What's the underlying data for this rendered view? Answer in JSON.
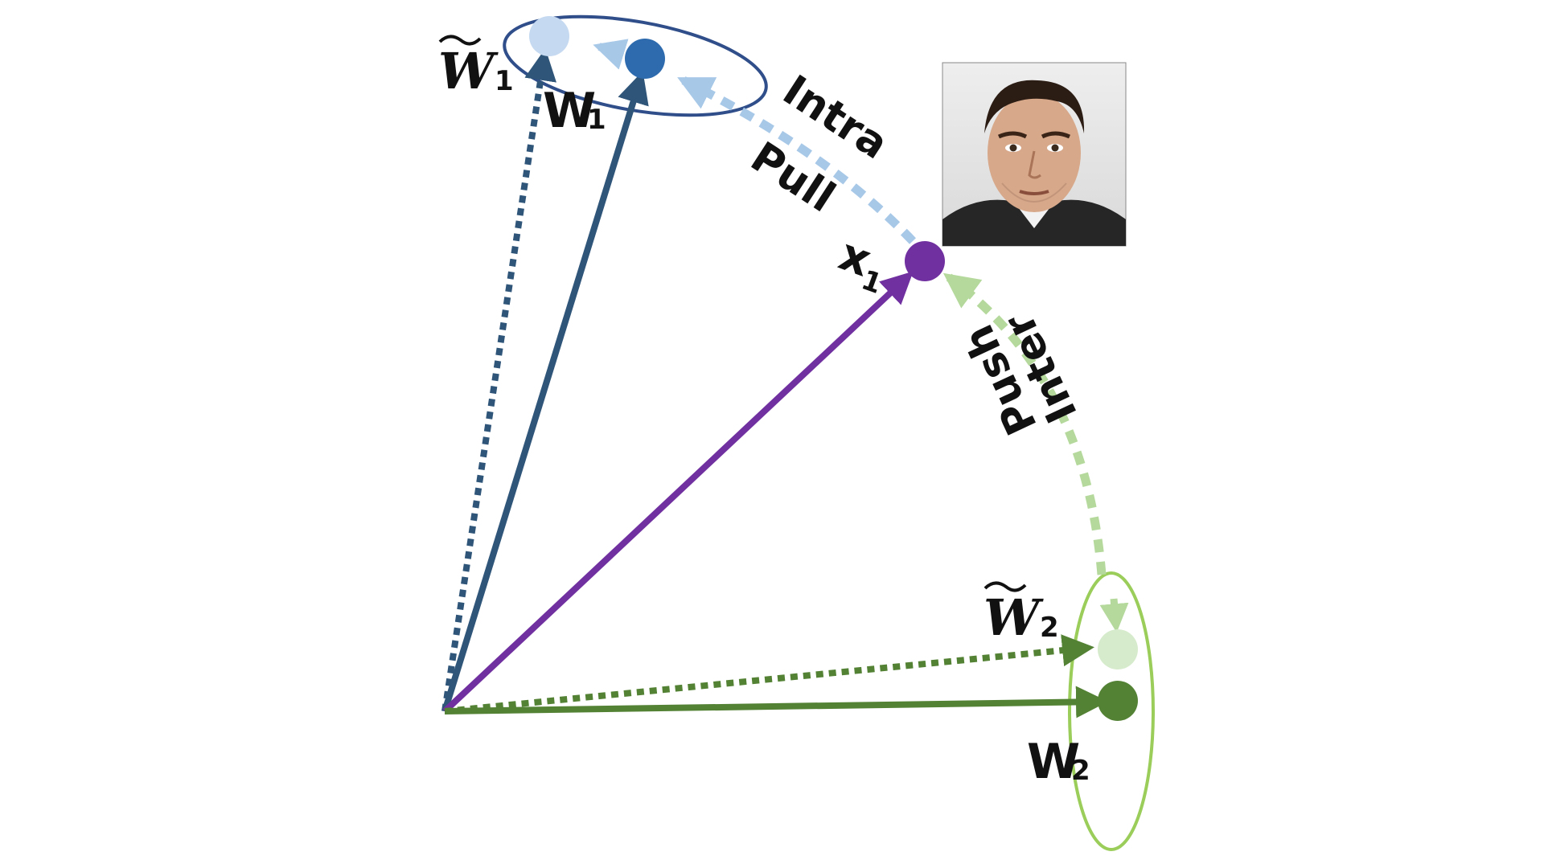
{
  "labels": {
    "w1_tilde": {
      "symbol": "W",
      "subscript": "1"
    },
    "w1": {
      "symbol": "W",
      "subscript": "1"
    },
    "w2_tilde": {
      "symbol": "W",
      "subscript": "2"
    },
    "w2": {
      "symbol": "W",
      "subscript": "2"
    },
    "x1": {
      "symbol": "x",
      "subscript": "1"
    },
    "intra_pull": {
      "line1": "Intra",
      "line2": "Pull"
    },
    "inter_push": {
      "line1": "Inter",
      "line2": "Push"
    }
  },
  "colors": {
    "w1_dark": "#2F5579",
    "w1_point": "#2E6BAE",
    "w1_light": "#C5D9F0",
    "w1_ellipse": "#2F4E8A",
    "pull_arrow": "#A8C8E8",
    "x1": "#7030A0",
    "w2_dark": "#548235",
    "w2_light": "#D6EBCB",
    "push_arrow": "#B5D99C",
    "w2_ellipse": "#9ACD5A",
    "image_border": "#888888"
  },
  "icons": {
    "face_photo": "face-photo-icon"
  }
}
